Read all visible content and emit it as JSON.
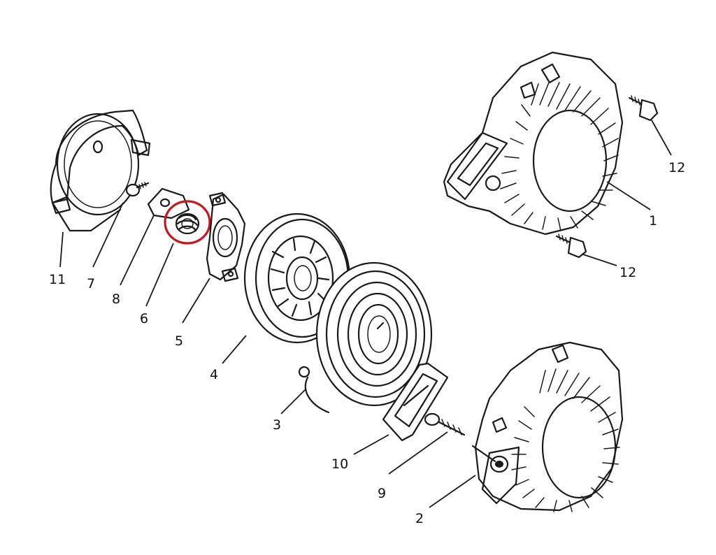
{
  "colors": {
    "line": "#1a1a1a",
    "background": "#ffffff",
    "highlight": "#c8161d"
  },
  "callouts": {
    "c1": "1",
    "c2": "2",
    "c3": "3",
    "c4": "4",
    "c5": "5",
    "c6": "6",
    "c7": "7",
    "c8": "8",
    "c9": "9",
    "c10": "10",
    "c11": "11",
    "c12a": "12",
    "c12b": "12"
  },
  "highlighted_part": "6"
}
